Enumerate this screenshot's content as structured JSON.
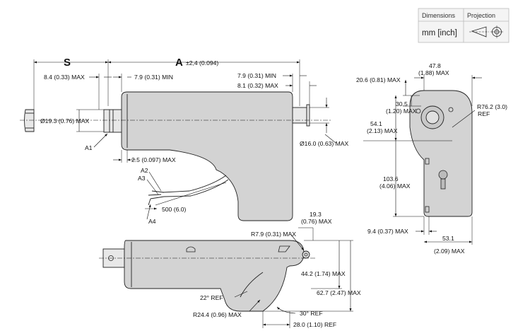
{
  "header": {
    "dimensions_label": "Dimensions",
    "projection_label": "Projection",
    "unit": "mm [inch]"
  },
  "side_view": {
    "s_label": "S",
    "a_label": "A",
    "a_tol": "±2,4 (0.094)",
    "d_8_4": "8.4 (0.33) MAX",
    "d_7_9_min_left": "7.9 (0.31) MIN",
    "d_7_9_min_right": "7.9 (0.31) MIN",
    "d_8_1": "8.1 (0.32) MAX",
    "d_19_3_dia": "Ø19.3 (0.76) MAX",
    "d_16_dia": "Ø16.0 (0.63) MAX",
    "a1": "A1",
    "d_2_5": "2.5 (0.097) MAX",
    "a2": "A2",
    "a3": "A3",
    "d_500": "500 (6.0)",
    "a4": "A4"
  },
  "end_view": {
    "d_47_8": "47.8",
    "d_47_8_in": "(1.88) MAX",
    "d_20_6": "20.6 (0.81) MAX",
    "d_30_5": "30.5",
    "d_30_5_in": "(1.20) MAX",
    "d_54_1": "54.1",
    "d_54_1_in": "(2.13) MAX",
    "d_r76": "R76.2 (3.0)",
    "d_r76_ref": "REF",
    "d_103_6": "103.6",
    "d_103_6_in": "(4.06) MAX",
    "d_9_4": "9.4 (0.37) MAX",
    "d_53_1": "53.1",
    "d_53_1_in": "(2.09) MAX"
  },
  "top_view": {
    "d_19_3": "19.3",
    "d_19_3_in": "(0.76) MAX",
    "d_r7_9": "R7.9 (0.31) MAX",
    "d_44_2": "44.2 (1.74) MAX",
    "d_62_7": "62.7 (2.47) MAX",
    "d_22": "22° REF",
    "d_r24": "R24.4 (0.96) MAX",
    "d_30deg": "30° REF",
    "d_28": "28.0 (1.10) REF"
  }
}
